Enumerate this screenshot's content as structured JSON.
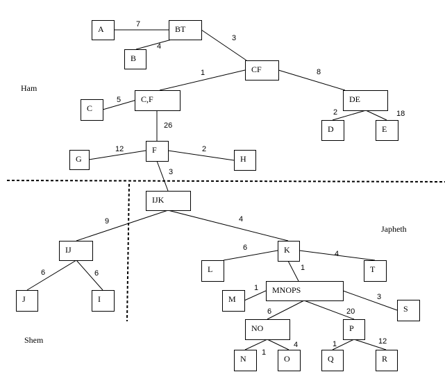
{
  "regions": [
    {
      "id": "ham",
      "label": "Ham"
    },
    {
      "id": "japheth",
      "label": "Japheth"
    },
    {
      "id": "shem",
      "label": "Shem"
    }
  ],
  "nodes": [
    {
      "id": "A",
      "label": "A"
    },
    {
      "id": "BT",
      "label": "BT"
    },
    {
      "id": "B",
      "label": "B"
    },
    {
      "id": "CF",
      "label": "CF"
    },
    {
      "id": "C_F",
      "label": "C,F"
    },
    {
      "id": "C",
      "label": "C"
    },
    {
      "id": "DE",
      "label": "DE"
    },
    {
      "id": "D",
      "label": "D"
    },
    {
      "id": "E",
      "label": "E"
    },
    {
      "id": "F",
      "label": "F"
    },
    {
      "id": "G",
      "label": "G"
    },
    {
      "id": "H",
      "label": "H"
    },
    {
      "id": "IJK",
      "label": "IJK"
    },
    {
      "id": "IJ",
      "label": "IJ"
    },
    {
      "id": "J",
      "label": "J"
    },
    {
      "id": "I",
      "label": "I"
    },
    {
      "id": "K",
      "label": "K"
    },
    {
      "id": "L",
      "label": "L"
    },
    {
      "id": "T",
      "label": "T"
    },
    {
      "id": "MNOPS",
      "label": "MNOPS"
    },
    {
      "id": "M",
      "label": "M"
    },
    {
      "id": "S",
      "label": "S"
    },
    {
      "id": "NO",
      "label": "NO"
    },
    {
      "id": "P",
      "label": "P"
    },
    {
      "id": "N",
      "label": "N"
    },
    {
      "id": "O",
      "label": "O"
    },
    {
      "id": "Q",
      "label": "Q"
    },
    {
      "id": "R",
      "label": "R"
    }
  ],
  "edges": [
    {
      "from": "A",
      "to": "BT",
      "weight": "7"
    },
    {
      "from": "BT",
      "to": "B",
      "weight": "4"
    },
    {
      "from": "BT",
      "to": "CF",
      "weight": "3"
    },
    {
      "from": "CF",
      "to": "C_F",
      "weight": "1"
    },
    {
      "from": "CF",
      "to": "DE",
      "weight": "8"
    },
    {
      "from": "C_F",
      "to": "C",
      "weight": "5"
    },
    {
      "from": "DE",
      "to": "D",
      "weight": "2"
    },
    {
      "from": "DE",
      "to": "E",
      "weight": "18"
    },
    {
      "from": "C_F",
      "to": "F",
      "weight": "26"
    },
    {
      "from": "F",
      "to": "G",
      "weight": "12"
    },
    {
      "from": "F",
      "to": "H",
      "weight": "2"
    },
    {
      "from": "F",
      "to": "IJK",
      "weight": "3"
    },
    {
      "from": "IJK",
      "to": "IJ",
      "weight": "9"
    },
    {
      "from": "IJK",
      "to": "K",
      "weight": "4"
    },
    {
      "from": "IJ",
      "to": "J",
      "weight": "6"
    },
    {
      "from": "IJ",
      "to": "I",
      "weight": "6"
    },
    {
      "from": "K",
      "to": "L",
      "weight": "6"
    },
    {
      "from": "K",
      "to": "T",
      "weight": "4"
    },
    {
      "from": "K",
      "to": "MNOPS",
      "weight": "1"
    },
    {
      "from": "MNOPS",
      "to": "M",
      "weight": "1"
    },
    {
      "from": "MNOPS",
      "to": "S",
      "weight": "3"
    },
    {
      "from": "MNOPS",
      "to": "NO",
      "weight": "6"
    },
    {
      "from": "MNOPS",
      "to": "P",
      "weight": "20"
    },
    {
      "from": "NO",
      "to": "N",
      "weight": "1"
    },
    {
      "from": "NO",
      "to": "O",
      "weight": "4"
    },
    {
      "from": "P",
      "to": "Q",
      "weight": "1"
    },
    {
      "from": "P",
      "to": "R",
      "weight": "12"
    }
  ]
}
